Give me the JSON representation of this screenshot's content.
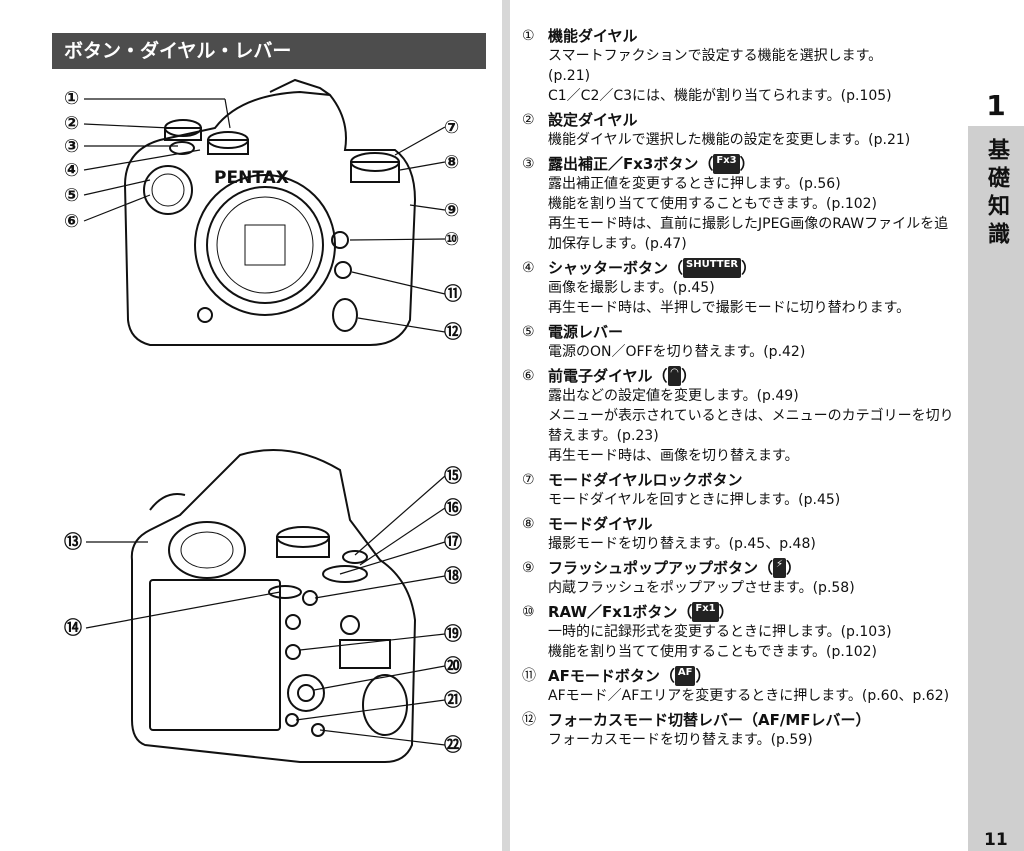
{
  "heading": "ボタン・ダイヤル・レバー",
  "brand": "PENTAX",
  "sidebar": {
    "chapter": "1",
    "title": "基礎知識"
  },
  "page_number": "11",
  "callouts_top": [
    "①",
    "②",
    "③",
    "④",
    "⑤",
    "⑥",
    "⑦",
    "⑧",
    "⑨",
    "⑩",
    "⑪",
    "⑫"
  ],
  "callouts_bottom": [
    "⑬",
    "⑭",
    "⑮",
    "⑯",
    "⑰",
    "⑱",
    "⑲",
    "⑳",
    "㉑",
    "㉒"
  ],
  "items": [
    {
      "num": "①",
      "title": "機能ダイヤル",
      "lines": [
        "スマートファクションで設定する機能を選択します。",
        "(p.21)",
        "C1／C2／C3には、機能が割り当てられます。(p.105)"
      ]
    },
    {
      "num": "②",
      "title": "設定ダイヤル",
      "lines": [
        "機能ダイヤルで選択した機能の設定を変更します。(p.21)"
      ]
    },
    {
      "num": "③",
      "title": "露出補正／Fx3ボタン（",
      "badge": "Fx3",
      "title_end": "）",
      "lines": [
        "露出補正値を変更するときに押します。(p.56)",
        "機能を割り当てて使用することもできます。(p.102)",
        "再生モード時は、直前に撮影したJPEG画像のRAWファイルを追加保存します。(p.47)"
      ]
    },
    {
      "num": "④",
      "title": "シャッターボタン（",
      "badge": "SHUTTER",
      "title_end": "）",
      "lines": [
        "画像を撮影します。(p.45)",
        "再生モード時は、半押しで撮影モードに切り替わります。"
      ]
    },
    {
      "num": "⑤",
      "title": "電源レバー",
      "lines": [
        "電源のON／OFFを切り替えます。(p.42)"
      ]
    },
    {
      "num": "⑥",
      "title": "前電子ダイヤル（",
      "badge": "◠",
      "title_end": "）",
      "lines": [
        "露出などの設定値を変更します。(p.49)",
        "メニューが表示されているときは、メニューのカテゴリーを切り替えます。(p.23)",
        "再生モード時は、画像を切り替えます。"
      ]
    },
    {
      "num": "⑦",
      "title": "モードダイヤルロックボタン",
      "lines": [
        "モードダイヤルを回すときに押します。(p.45)"
      ]
    },
    {
      "num": "⑧",
      "title": "モードダイヤル",
      "lines": [
        "撮影モードを切り替えます。(p.45、p.48)"
      ]
    },
    {
      "num": "⑨",
      "title": "フラッシュポップアップボタン（",
      "badge": "⚡",
      "title_end": "）",
      "lines": [
        "内蔵フラッシュをポップアップさせます。(p.58)"
      ]
    },
    {
      "num": "⑩",
      "title": "RAW／Fx1ボタン（",
      "badge": "Fx1",
      "title_end": "）",
      "lines": [
        "一時的に記録形式を変更するときに押します。(p.103)",
        "機能を割り当てて使用することもできます。(p.102)"
      ]
    },
    {
      "num": "⑪",
      "title": "AFモードボタン（",
      "badge": "AF",
      "title_end": "）",
      "lines": [
        "AFモード／AFエリアを変更するときに押します。(p.60、p.62)"
      ]
    },
    {
      "num": "⑫",
      "title": "フォーカスモード切替レバー（AF/MFレバー）",
      "lines": [
        "フォーカスモードを切り替えます。(p.59)"
      ]
    }
  ]
}
